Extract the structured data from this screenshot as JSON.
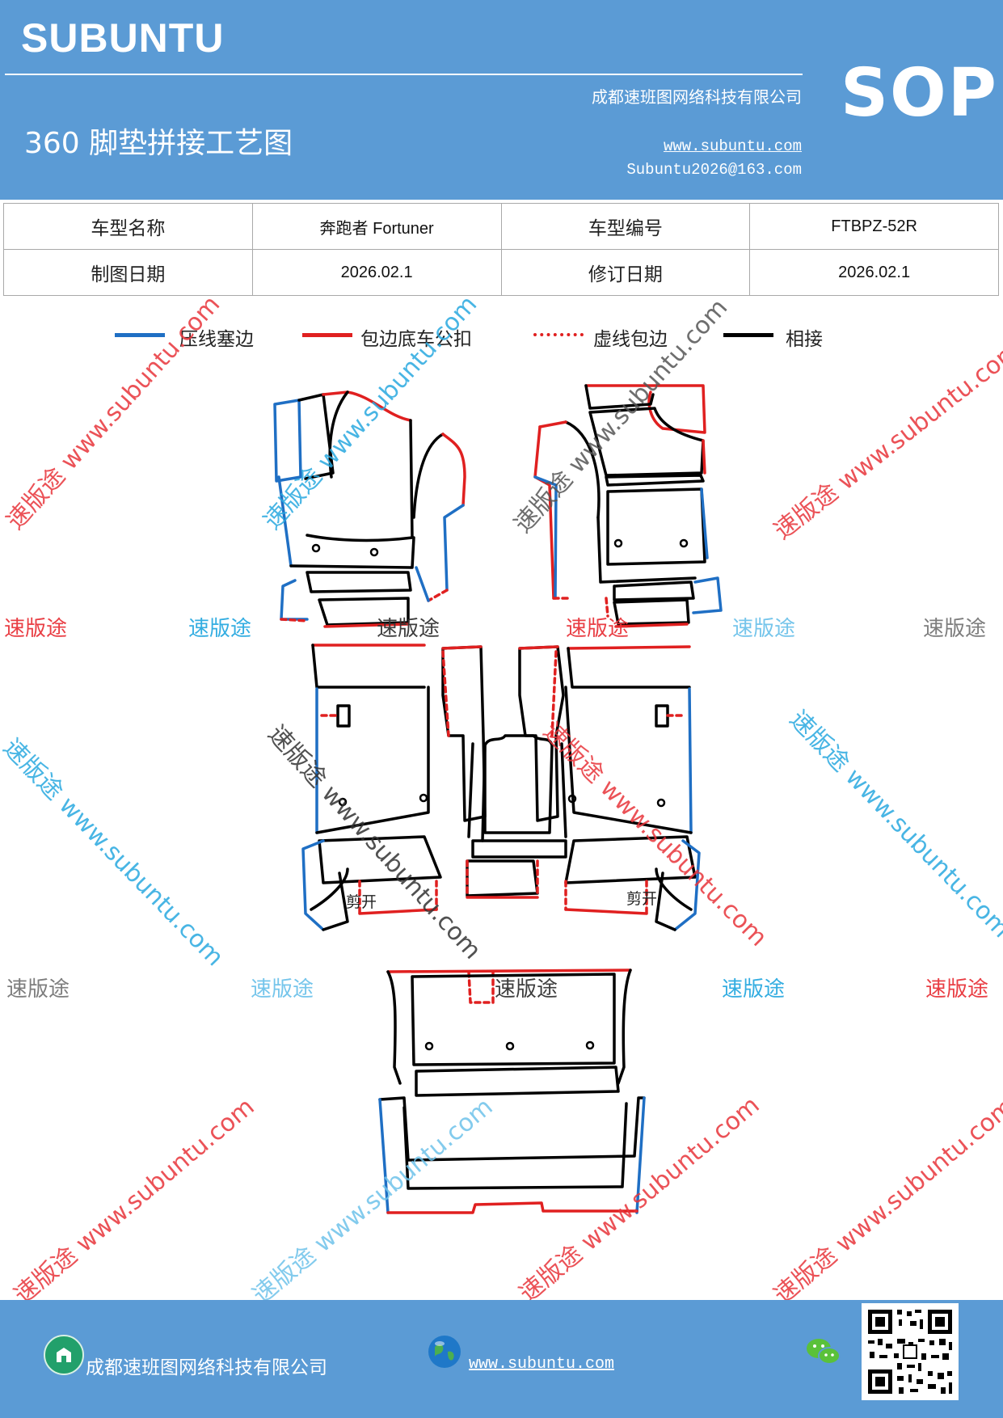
{
  "header": {
    "brand": "SUBUNTU",
    "company": "成都速班图网络科技有限公司",
    "title": "360 脚垫拼接工艺图",
    "website": "www.subuntu.com",
    "email": "Subuntu2026@163.com",
    "badge": "SOP"
  },
  "info_table": {
    "row1": {
      "label1": "车型名称",
      "value1": "奔跑者 Fortuner",
      "label2": "车型编号",
      "value2": "FTBPZ-52R"
    },
    "row2": {
      "label1": "制图日期",
      "value1": "2026.02.1",
      "label2": "修订日期",
      "value2": "2026.02.1"
    }
  },
  "legend": [
    {
      "label": "压线塞边",
      "color": "#1f6fc4",
      "style": "solid"
    },
    {
      "label": "包边底车公扣",
      "color": "#e02020",
      "style": "solid"
    },
    {
      "label": "虚线包边",
      "color": "#e02020",
      "style": "dashed"
    },
    {
      "label": "相接",
      "color": "#000000",
      "style": "solid"
    }
  ],
  "drawing": {
    "cut_label_left": "剪开",
    "cut_label_right": "剪开",
    "watermarks": {
      "brand": "速版途",
      "url": "www.subuntu.com"
    }
  },
  "colors": {
    "header_bg": "#5b9bd5",
    "blue_line": "#1f6fc4",
    "red_line": "#e02020",
    "watermark_red": "#e8343a",
    "watermark_blue": "#29a9e0",
    "watermark_gray": "#777777"
  },
  "footer": {
    "company": "成都速班图网络科技有限公司",
    "website": "www.subuntu.com"
  }
}
